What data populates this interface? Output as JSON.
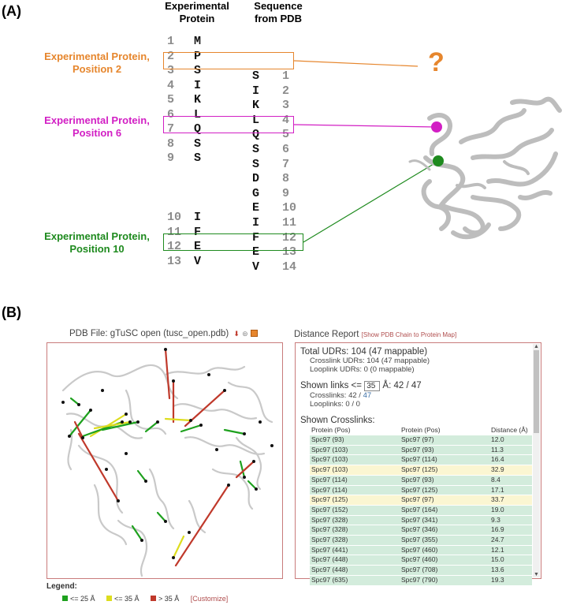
{
  "panel_a": {
    "label": "(A)",
    "header_experimental": [
      "Experimental",
      "Protein"
    ],
    "header_pdb": [
      "Sequence",
      "from PDB"
    ],
    "experimental_rows": [
      {
        "num": "1",
        "res": "M"
      },
      {
        "num": "2",
        "res": "P"
      },
      {
        "num": "3",
        "res": "S"
      },
      {
        "num": "4",
        "res": "I"
      },
      {
        "num": "5",
        "res": "K"
      },
      {
        "num": "6",
        "res": "L"
      },
      {
        "num": "7",
        "res": "Q"
      },
      {
        "num": "8",
        "res": "S"
      },
      {
        "num": "9",
        "res": "S"
      },
      {
        "num": "10",
        "res": "I"
      },
      {
        "num": "11",
        "res": "F"
      },
      {
        "num": "12",
        "res": "E"
      },
      {
        "num": "13",
        "res": "V"
      }
    ],
    "pdb_rows": [
      {
        "res": "S",
        "num": "1"
      },
      {
        "res": "I",
        "num": "2"
      },
      {
        "res": "K",
        "num": "3"
      },
      {
        "res": "L",
        "num": "4"
      },
      {
        "res": "Q",
        "num": "5"
      },
      {
        "res": "S",
        "num": "6"
      },
      {
        "res": "S",
        "num": "7"
      },
      {
        "res": "D",
        "num": "8"
      },
      {
        "res": "G",
        "num": "9"
      },
      {
        "res": "E",
        "num": "10"
      },
      {
        "res": "I",
        "num": "11"
      },
      {
        "res": "F",
        "num": "12"
      },
      {
        "res": "E",
        "num": "13"
      },
      {
        "res": "V",
        "num": "14"
      }
    ],
    "annotations": [
      {
        "lines": [
          "Experimental Protein,",
          "Position 2"
        ],
        "color": "#e6862d"
      },
      {
        "lines": [
          "Experimental Protein,",
          "Position 6"
        ],
        "color": "#d21fc4"
      },
      {
        "lines": [
          "Experimental Protein,",
          "Position 10"
        ],
        "color": "#1e8a1e"
      }
    ],
    "question_mark": "?",
    "colors": {
      "orange": "#e6862d",
      "magenta": "#d21fc4",
      "green": "#1e8a1e",
      "structure": "#bdbdbd"
    }
  },
  "panel_b": {
    "label": "(B)",
    "pdb_title": "PDB File: gTuSC open (tusc_open.pdb)",
    "legend": {
      "title": "Legend:",
      "items": [
        {
          "label": "<= 25 Å",
          "color": "#1ea11e"
        },
        {
          "label": "<= 35 Å",
          "color": "#dddd1e"
        },
        {
          "label": "> 35 Å",
          "color": "#c0392b"
        }
      ],
      "customize": "[Customize]"
    },
    "report": {
      "title": "Distance Report",
      "show_link": "[Show PDB Chain to Protein Map]",
      "total_udrs": "Total UDRs: 104 (47 mappable)",
      "crosslink_udrs": "Crosslink UDRs: 104 (47 mappable)",
      "looplink_udrs": "Looplink UDRs: 0 (0 mappable)",
      "shown_links_prefix": "Shown links <=",
      "shown_links_value": "35",
      "shown_links_suffix": "Å: 42 / 47",
      "crosslinks_count_prefix": "Crosslinks: 42 / ",
      "crosslinks_count_total": "47",
      "looplinks_count": "Looplinks: 0 / 0",
      "shown_crosslinks": "Shown Crosslinks:",
      "columns": [
        "Protein (Pos)",
        "Protein (Pos)",
        "Distance (Å)"
      ],
      "rows": [
        {
          "p1": "Spc97 (93)",
          "p2": "Spc97 (97)",
          "d": "12.0",
          "cls": "green"
        },
        {
          "p1": "Spc97 (103)",
          "p2": "Spc97 (93)",
          "d": "11.3",
          "cls": "green"
        },
        {
          "p1": "Spc97 (103)",
          "p2": "Spc97 (114)",
          "d": "16.4",
          "cls": "green"
        },
        {
          "p1": "Spc97 (103)",
          "p2": "Spc97 (125)",
          "d": "32.9",
          "cls": "yellow"
        },
        {
          "p1": "Spc97 (114)",
          "p2": "Spc97 (93)",
          "d": "8.4",
          "cls": "green"
        },
        {
          "p1": "Spc97 (114)",
          "p2": "Spc97 (125)",
          "d": "17.1",
          "cls": "green"
        },
        {
          "p1": "Spc97 (125)",
          "p2": "Spc97 (97)",
          "d": "33.7",
          "cls": "yellow"
        },
        {
          "p1": "Spc97 (152)",
          "p2": "Spc97 (164)",
          "d": "19.0",
          "cls": "green"
        },
        {
          "p1": "Spc97 (328)",
          "p2": "Spc97 (341)",
          "d": "9.3",
          "cls": "green"
        },
        {
          "p1": "Spc97 (328)",
          "p2": "Spc97 (346)",
          "d": "16.9",
          "cls": "green"
        },
        {
          "p1": "Spc97 (328)",
          "p2": "Spc97 (355)",
          "d": "24.7",
          "cls": "green"
        },
        {
          "p1": "Spc97 (441)",
          "p2": "Spc97 (460)",
          "d": "12.1",
          "cls": "green"
        },
        {
          "p1": "Spc97 (448)",
          "p2": "Spc97 (460)",
          "d": "15.0",
          "cls": "green"
        },
        {
          "p1": "Spc97 (448)",
          "p2": "Spc97 (708)",
          "d": "13.6",
          "cls": "green"
        },
        {
          "p1": "Spc97 (635)",
          "p2": "Spc97 (790)",
          "d": "19.3",
          "cls": "green"
        }
      ]
    }
  }
}
